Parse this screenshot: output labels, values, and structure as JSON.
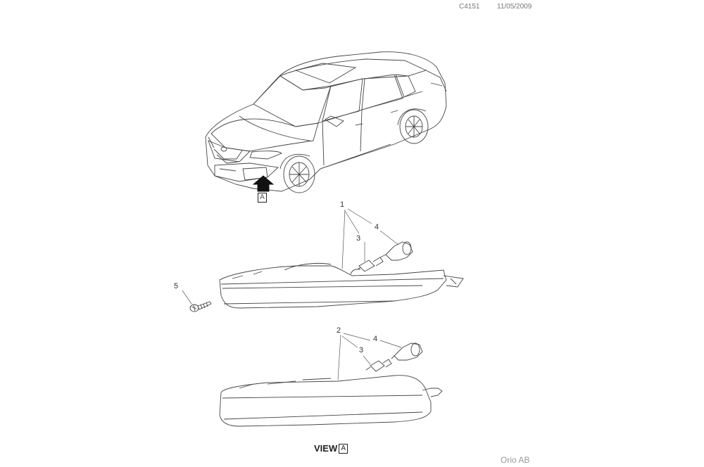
{
  "header": {
    "doc_code": "C4151",
    "date": "11/05/2009"
  },
  "callouts": {
    "c1": "1",
    "c2": "2",
    "c3_top": "3",
    "c3_bottom": "3",
    "c4_top": "4",
    "c4_bottom": "4",
    "c5": "5"
  },
  "view_marker": {
    "letter": "A"
  },
  "view_label": {
    "text": "VIEW",
    "letter": "A"
  },
  "footer": {
    "company": "Orio AB"
  }
}
